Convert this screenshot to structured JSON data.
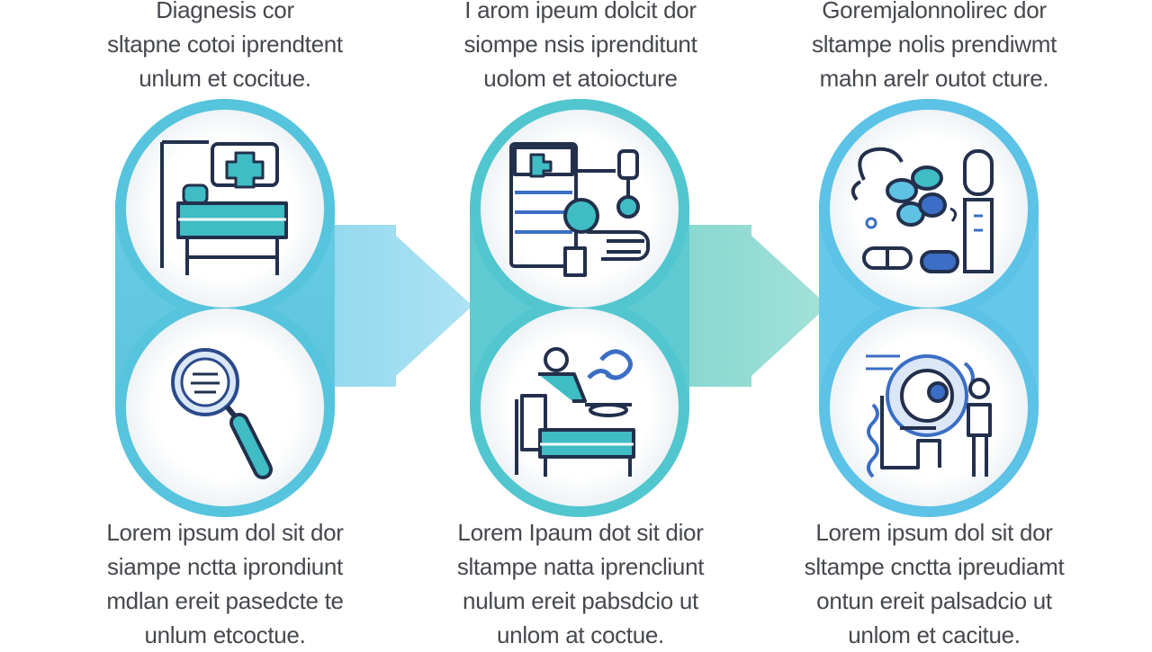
{
  "colors": {
    "ring": "#56c4dc",
    "ring_dark": "#3aaecb",
    "teal": "#3fbcc4",
    "accent_blue": "#5fc2e4",
    "navy": "#22304d",
    "text": "#45484d"
  },
  "steps": [
    {
      "top_caption": [
        "Diagnesis cor",
        "sltapne cotoi iprendtent",
        "unlum et cocitue."
      ],
      "bottom_caption": [
        "Lorem ipsum dol sit dor",
        "siampe nctta iprondiunt",
        "mdlan ereit pasedcte te",
        "unlum etcoctue."
      ],
      "top_icon": "hospital-bed-medical-cross-icon",
      "bottom_icon": "magnifying-glass-icon"
    },
    {
      "top_caption": [
        "I arom ipeum dolcit dor",
        "siompe nsis iprenditunt",
        "uolom et atoiocture"
      ],
      "bottom_caption": [
        "Lorem Ipaum dot sit dior",
        "sltampe natta iprencliunt",
        "nulum ereit pabsdcio ut",
        "unlom at coctue."
      ],
      "top_icon": "medical-chart-iv-drip-icon",
      "bottom_icon": "doctor-treating-patient-icon"
    },
    {
      "top_caption": [
        "Goremjalonnolirec dor",
        "sltampe nolis prendiwmt",
        "mahn arelr outot cture."
      ],
      "bottom_caption": [
        "Lorem ipsum dol sit dor",
        "sltampe cnctta ipreudiamt",
        "ontun ereit palsadcio ut",
        "unlom et cacitue."
      ],
      "top_icon": "pills-medication-icon",
      "bottom_icon": "mri-scanner-patient-icon"
    }
  ]
}
